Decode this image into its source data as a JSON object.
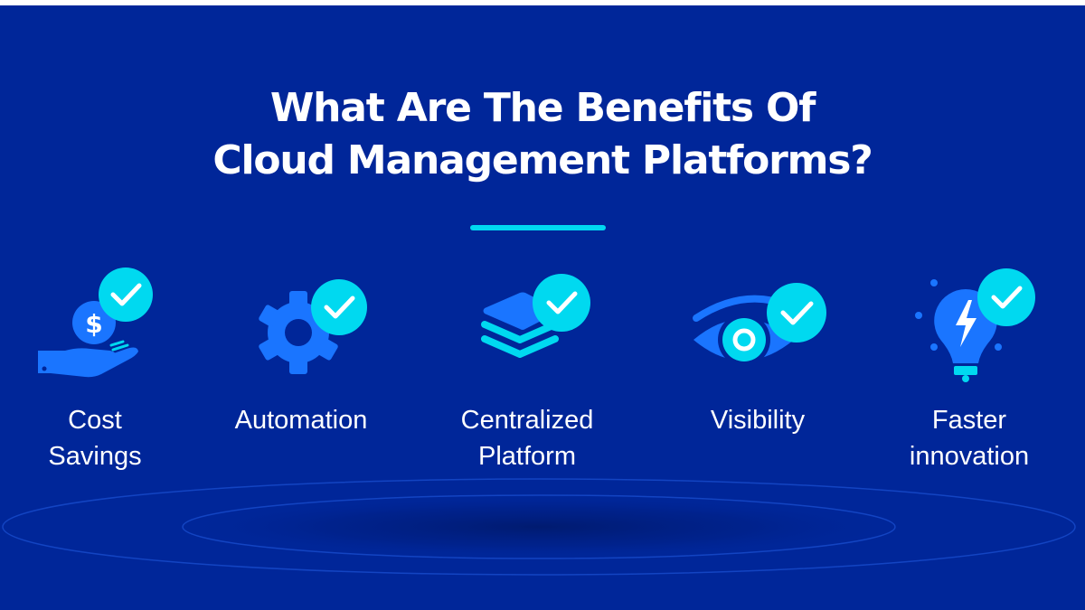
{
  "title": {
    "line1": "What Are The Benefits Of",
    "line2": "Cloud Management Platforms?"
  },
  "colors": {
    "background": "#002699",
    "accent_cyan": "#00d9f0",
    "icon_blue": "#1a75ff",
    "text": "#ffffff"
  },
  "benefits": [
    {
      "icon": "cost-savings-hand-coin-icon",
      "label_line1": "Cost",
      "label_line2": "Savings"
    },
    {
      "icon": "automation-gear-icon",
      "label_line1": "Automation",
      "label_line2": ""
    },
    {
      "icon": "centralized-layers-icon",
      "label_line1": "Centralized",
      "label_line2": "Platform"
    },
    {
      "icon": "visibility-eye-icon",
      "label_line1": "Visibility",
      "label_line2": ""
    },
    {
      "icon": "innovation-lightbulb-icon",
      "label_line1": "Faster",
      "label_line2": "innovation"
    }
  ],
  "check_badge_icon": "checkmark-badge-icon",
  "dollar_symbol": "$"
}
